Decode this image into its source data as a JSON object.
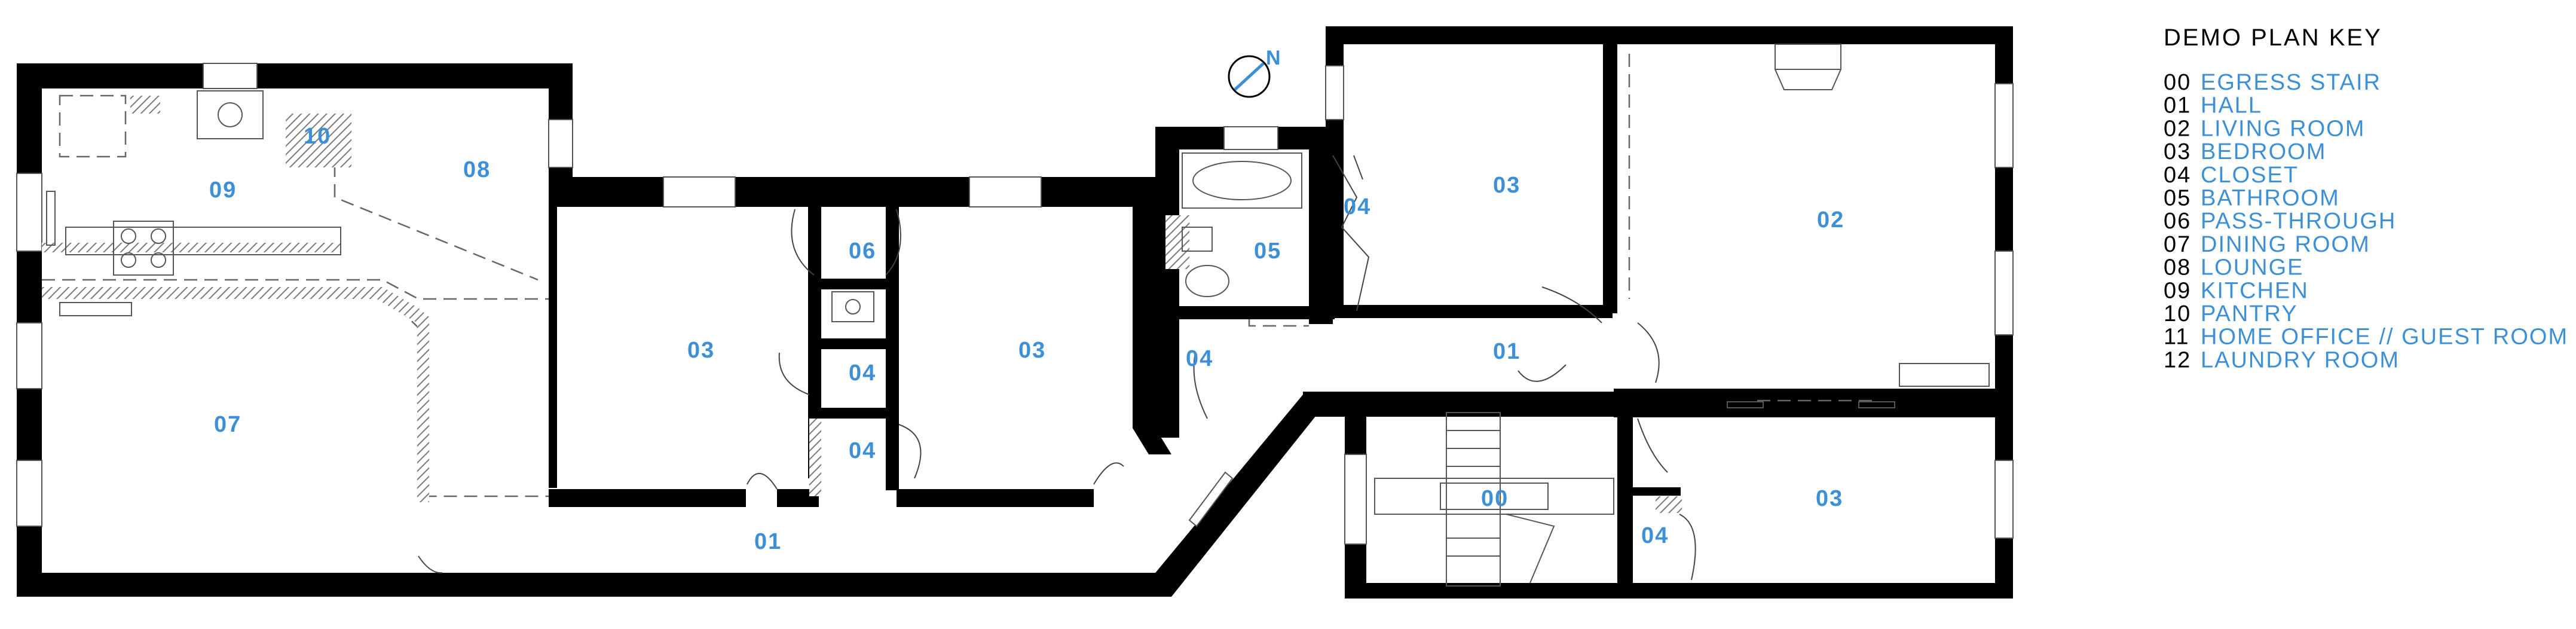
{
  "legend": {
    "title": "DEMO PLAN KEY",
    "items": [
      {
        "code": "00",
        "name": "EGRESS STAIR"
      },
      {
        "code": "01",
        "name": "HALL"
      },
      {
        "code": "02",
        "name": "LIVING ROOM"
      },
      {
        "code": "03",
        "name": "BEDROOM"
      },
      {
        "code": "04",
        "name": "CLOSET"
      },
      {
        "code": "05",
        "name": "BATHROOM"
      },
      {
        "code": "06",
        "name": "PASS-THROUGH"
      },
      {
        "code": "07",
        "name": "DINING ROOM"
      },
      {
        "code": "08",
        "name": "LOUNGE"
      },
      {
        "code": "09",
        "name": "KITCHEN"
      },
      {
        "code": "10",
        "name": "PANTRY"
      },
      {
        "code": "11",
        "name": "HOME OFFICE // GUEST ROOM"
      },
      {
        "code": "12",
        "name": "LAUNDRY ROOM"
      }
    ]
  },
  "compass": {
    "label": "N"
  },
  "rooms": [
    {
      "code": "09"
    },
    {
      "code": "10"
    },
    {
      "code": "08"
    },
    {
      "code": "07"
    },
    {
      "code": "03"
    },
    {
      "code": "06"
    },
    {
      "code": "04"
    },
    {
      "code": "04"
    },
    {
      "code": "03"
    },
    {
      "code": "04"
    },
    {
      "code": "05"
    },
    {
      "code": "04"
    },
    {
      "code": "03"
    },
    {
      "code": "02"
    },
    {
      "code": "01"
    },
    {
      "code": "01"
    },
    {
      "code": "00"
    },
    {
      "code": "03"
    },
    {
      "code": "04"
    }
  ],
  "colors": {
    "label_blue": "#3d8fd6",
    "wall": "#000000",
    "hatch": "#7a7a7a"
  }
}
